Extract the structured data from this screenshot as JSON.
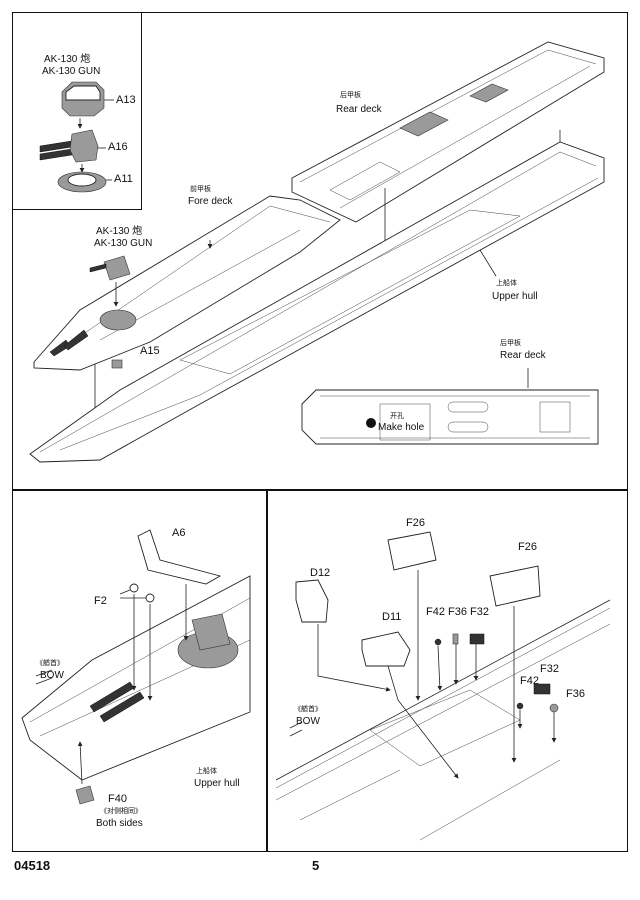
{
  "top_section": {
    "inset": {
      "gun_label_cn": "AK-130 炮",
      "gun_label_en": "AK-130 GUN",
      "parts": [
        "A13",
        "A16",
        "A11"
      ]
    },
    "fore_deck": {
      "cn": "前甲板",
      "en": "Fore deck"
    },
    "rear_deck": {
      "cn": "后甲板",
      "en": "Rear deck"
    },
    "gun": {
      "cn": "AK-130 炮",
      "en": "AK-130 GUN"
    },
    "upper_hull": {
      "cn": "上船体",
      "en": "Upper hull"
    },
    "rear_deck_2": {
      "cn": "后甲板",
      "en": "Rear deck"
    },
    "part_a15": "A15",
    "make_hole": {
      "cn": "开孔",
      "en": "Make hole"
    }
  },
  "bottom_left": {
    "part_a6": "A6",
    "part_f2": "F2",
    "bow": {
      "cn": "《艏首》",
      "en": "BOW"
    },
    "upper_hull": {
      "cn": "上船体",
      "en": "Upper hull"
    },
    "part_f40": "F40",
    "both_sides": {
      "cn": "《对侧相同》",
      "en": "Both sides"
    }
  },
  "bottom_right": {
    "part_f26_a": "F26",
    "part_f26_b": "F26",
    "part_d12": "D12",
    "part_d11": "D11",
    "parts_row1": [
      "F42",
      "F36",
      "F32"
    ],
    "parts_row2": [
      "F32",
      "F42",
      "F36"
    ],
    "bow": {
      "cn": "《艏首》",
      "en": "BOW"
    }
  },
  "footer": {
    "kit_number": "04518",
    "page_number": "5"
  }
}
